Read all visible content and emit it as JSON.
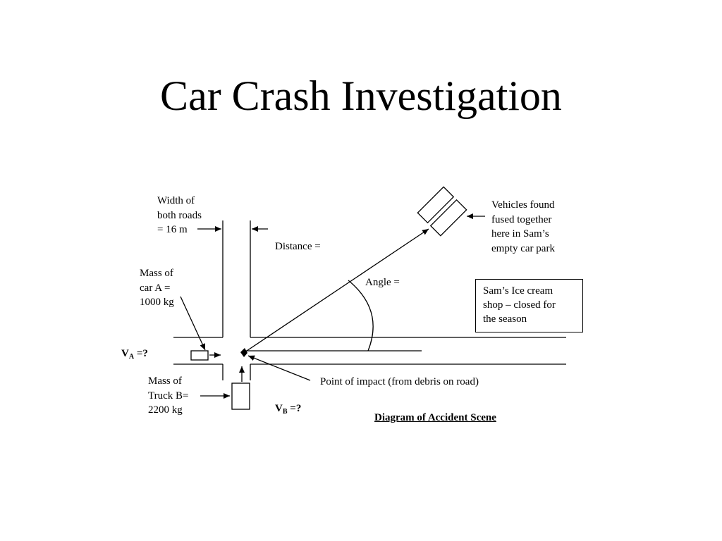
{
  "slide": {
    "title": "Car Crash Investigation"
  },
  "diagram": {
    "labels": {
      "width_line1": "Width of",
      "width_line2": "both roads",
      "width_line3": "= 16 m",
      "distance": "Distance =",
      "mass_a_line1": "Mass of",
      "mass_a_line2": "car A =",
      "mass_a_line3": "1000 kg",
      "va_symbol": "V",
      "va_sub": "A",
      "va_value": " =?",
      "angle": "Angle =",
      "vehicles_line1": "Vehicles found",
      "vehicles_line2": "fused together",
      "vehicles_line3": "here in Sam’s",
      "vehicles_line4": "empty car park",
      "shop_line1": "Sam’s Ice cream",
      "shop_line2": "shop – closed for",
      "shop_line3": "the season",
      "mass_b_line1": "Mass of",
      "mass_b_line2": "Truck B=",
      "mass_b_line3": "2200 kg",
      "impact": "Point of impact (from debris on road)",
      "vb_symbol": "V",
      "vb_sub": "B",
      "vb_value": " =?",
      "caption": "Diagram of Accident Scene"
    }
  }
}
